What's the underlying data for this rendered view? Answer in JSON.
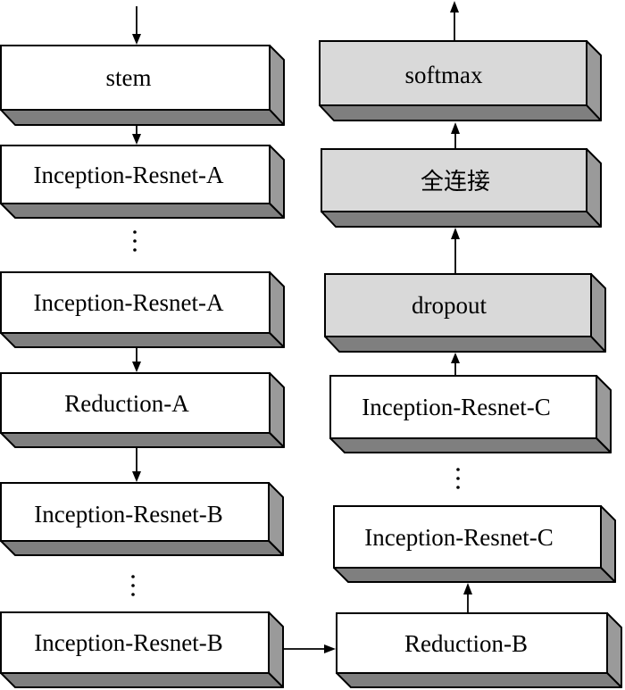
{
  "left_column": {
    "stem": "stem",
    "incA1": "Inception-Resnet-A",
    "incA2": "Inception-Resnet-A",
    "redA": "Reduction-A",
    "incB1": "Inception-Resnet-B",
    "incB2": "Inception-Resnet-B"
  },
  "right_column": {
    "redB": "Reduction-B",
    "incC1": "Inception-Resnet-C",
    "incC2": "Inception-Resnet-C",
    "dropout": "dropout",
    "fc": "全连接",
    "softmax": "softmax"
  },
  "colors": {
    "white_face": "#ffffff",
    "gray_face": "#d9d9d9",
    "side": "#9a9a9a",
    "bottom": "#7f7f7f"
  }
}
